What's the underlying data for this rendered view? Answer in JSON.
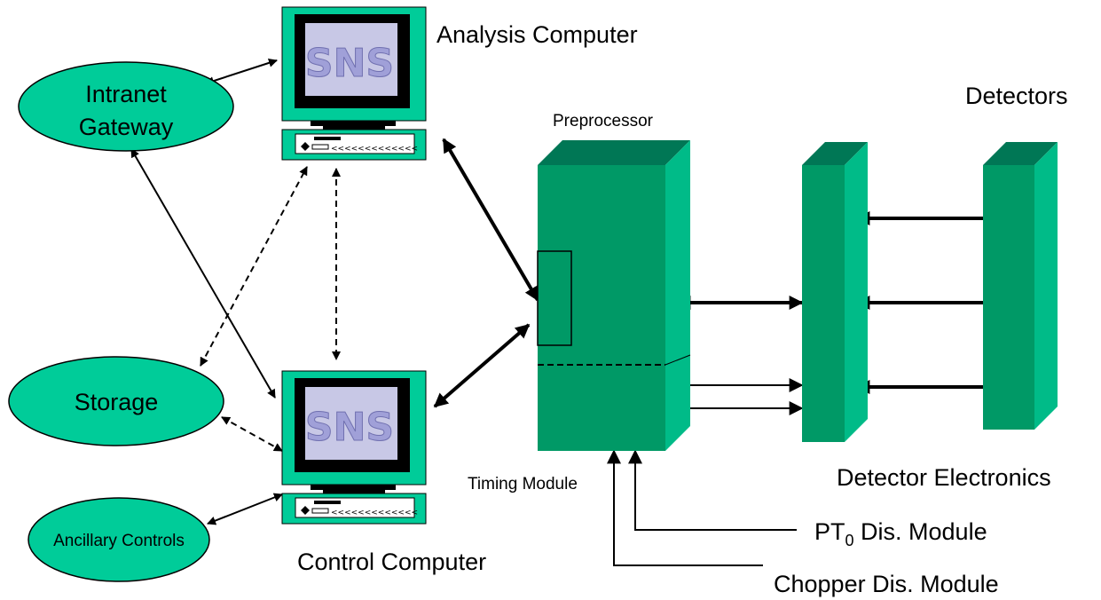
{
  "nodes": {
    "intranet_gateway": {
      "line1": "Intranet",
      "line2": "Gateway"
    },
    "storage": "Storage",
    "ancillary_controls": "Ancillary Controls",
    "analysis_computer": "Analysis Computer",
    "control_computer": "Control Computer",
    "preprocessor": "Preprocessor",
    "timing_module": "Timing Module",
    "detectors": "Detectors",
    "detector_electronics": "Detector Electronics",
    "pt0_module": {
      "prefix": "PT",
      "subscript": "0",
      "suffix": " Dis. Module"
    },
    "chopper_module": "Chopper Dis. Module"
  },
  "monitor_logo": "SNS",
  "colors": {
    "ellipse_fill": "#00cc99",
    "box_front": "#009966",
    "box_side": "#00bb88",
    "box_top": "#007755",
    "monitor_case": "#00cc99",
    "screen": "#c8c8e6",
    "logo": "#a0a0d8"
  }
}
